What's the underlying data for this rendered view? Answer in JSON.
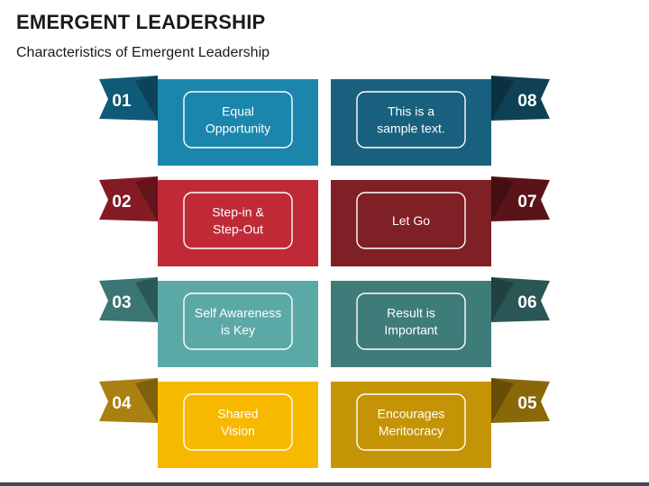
{
  "slide": {
    "title": "EMERGENT LEADERSHIP",
    "subtitle": "Characteristics of Emergent Leadership"
  },
  "cards": [
    {
      "number": "01",
      "lines": [
        "Equal",
        "Opportunity"
      ],
      "color": "#1b86ac",
      "dark": "#0f5a77",
      "side": "left"
    },
    {
      "number": "02",
      "lines": [
        "Step-in &",
        "Step-Out"
      ],
      "color": "#c02a37",
      "dark": "#831a24",
      "side": "left"
    },
    {
      "number": "03",
      "lines": [
        "Self Awareness",
        "is Key"
      ],
      "color": "#5ba9a7",
      "dark": "#3b7574",
      "side": "left"
    },
    {
      "number": "04",
      "lines": [
        "Shared",
        "Vision"
      ],
      "color": "#f7b800",
      "dark": "#a98012",
      "side": "left"
    },
    {
      "number": "05",
      "lines": [
        "Encourages",
        "Meritocracy"
      ],
      "color": "#c59406",
      "dark": "#8a680a",
      "side": "right"
    },
    {
      "number": "06",
      "lines": [
        "Result is",
        "Important"
      ],
      "color": "#3e7c7a",
      "dark": "#2a5756",
      "side": "right"
    },
    {
      "number": "07",
      "lines": [
        "Let Go"
      ],
      "color": "#7f1f26",
      "dark": "#5a1419",
      "side": "right"
    },
    {
      "number": "08",
      "lines": [
        "This is a",
        "sample text."
      ],
      "color": "#18607e",
      "dark": "#0f4156",
      "side": "right"
    }
  ]
}
